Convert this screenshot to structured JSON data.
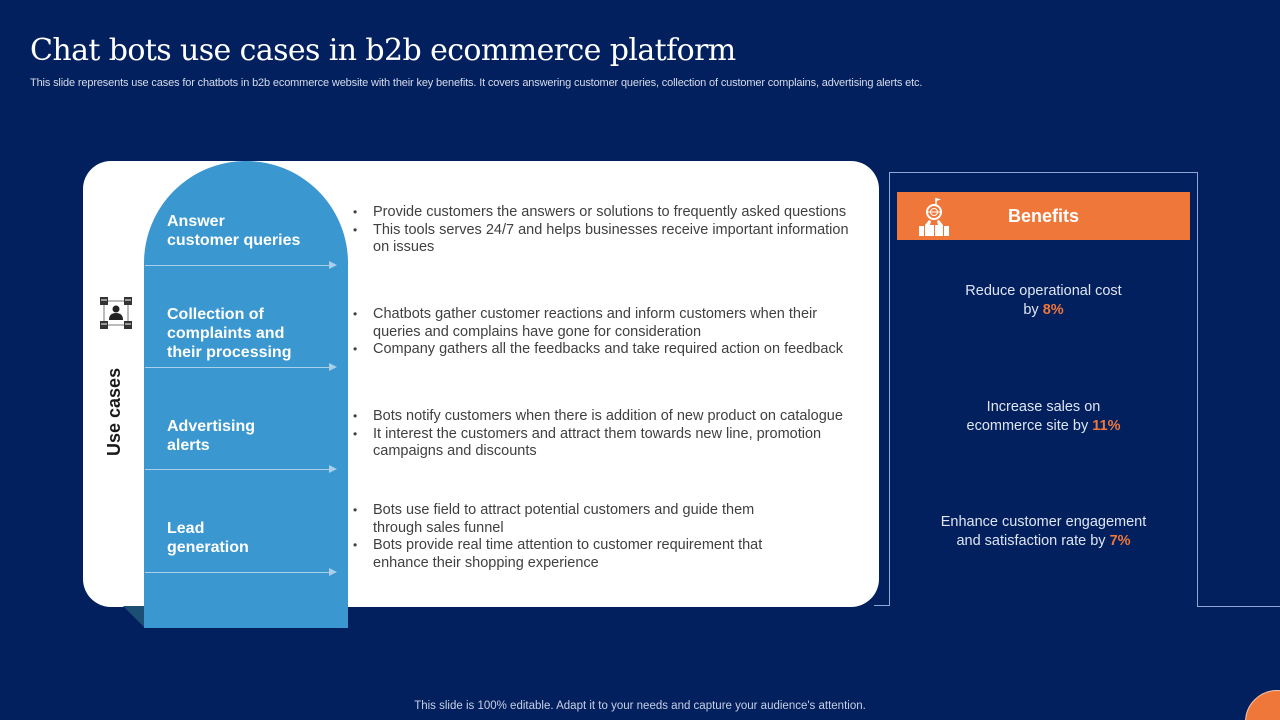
{
  "header": {
    "title": "Chat bots use cases in b2b ecommerce platform",
    "subtitle": "This slide represents use cases for chatbots in b2b ecommerce website with their key benefits. It covers answering customer queries, collection of customer complains, advertising alerts etc."
  },
  "use_cases": {
    "section_label": "Use cases",
    "icon": "people-network-icon",
    "items": [
      {
        "label_line1": "Answer",
        "label_line2": "customer queries",
        "label_line3": "",
        "bullets": [
          "Provide customers the answers or solutions to frequently asked questions",
          "This tools serves 24/7 and helps businesses receive important information on issues"
        ]
      },
      {
        "label_line1": "Collection of",
        "label_line2": "complaints and",
        "label_line3": "their processing",
        "bullets": [
          "Chatbots gather customer reactions and inform customers when their queries and complains have gone for consideration",
          "Company gathers all the feedbacks and take required action on feedback"
        ]
      },
      {
        "label_line1": "Advertising",
        "label_line2": "alerts",
        "label_line3": "",
        "bullets": [
          "Bots notify customers when there is addition of new product on catalogue",
          "It interest the customers and attract them towards new line, promotion campaigns and discounts"
        ]
      },
      {
        "label_line1": "Lead",
        "label_line2": "generation",
        "label_line3": "",
        "bullets": [
          "Bots use field to attract potential customers and guide them through sales funnel",
          "Bots provide real time attention to customer requirement that enhance their shopping experience"
        ]
      }
    ]
  },
  "benefits": {
    "title": "Benefits",
    "icon": "thumbs-up-globe-icon",
    "items": [
      {
        "line1": "Reduce operational cost",
        "line2_prefix": "by ",
        "value": "8%"
      },
      {
        "line1": "Increase sales on",
        "line2_prefix": "ecommerce site by ",
        "value": "11%"
      },
      {
        "line1": "Enhance customer engagement",
        "line2_prefix": "and satisfaction rate by ",
        "value": "7%"
      }
    ]
  },
  "colors": {
    "background": "#021f5e",
    "accent_blue": "#3a97d0",
    "accent_orange": "#ef773a"
  },
  "footer": {
    "note": "This slide is 100% editable. Adapt it to your needs and capture your audience's attention."
  }
}
